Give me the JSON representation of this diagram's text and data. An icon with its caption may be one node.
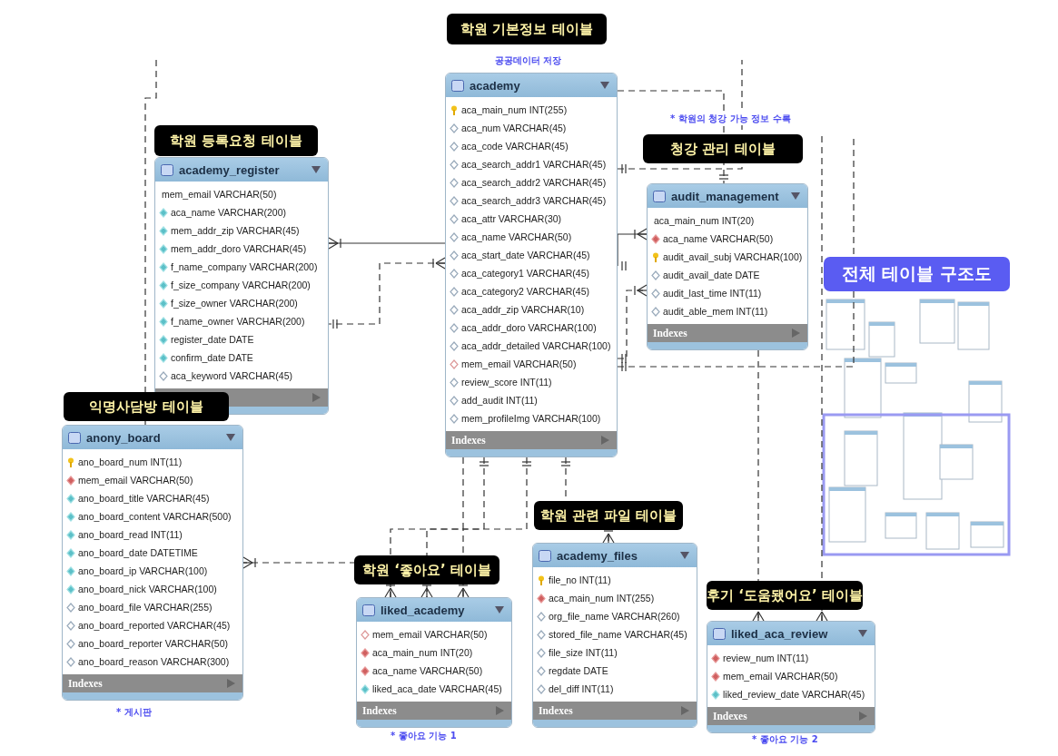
{
  "diagram": {
    "nodes": [
      {
        "text": [
          "학원 등록요청 테이블",
          "academy_register",
          "mem_email VARCHAR(50)",
          "aca_name VARCHAR(200)",
          "mem_addr_zip VARCHAR(45)",
          "mem_addr_doro VARCHAR(45)",
          "f_name_company VARCHAR(200)",
          "f_size_company VARCHAR(200)",
          "f_size_owner VARCHAR(200)",
          "f_name_owner VARCHAR(200)",
          "register_date DATE",
          "confirm_date DATE",
          "aca_keyword VARCHAR(45)"
        ]
      },
      {
        "text": [
          "학원 기본정보 테이블",
          "academy",
          "aca_main_num INT(255)",
          "aca_num VARCHAR(45)",
          "aca_code VARCHAR(45)",
          "aca_search_addr1 VARCHAR(45)",
          "aca_search_addr2 VARCHAR(45)",
          "aca_search_addr3 VARCHAR(45)",
          "aca_attr VARCHAR(30)",
          "aca_name VARCHAR(50)",
          "aca_start_date VARCHAR(45)",
          "aca_category1 VARCHAR(45)",
          "aca_category2 VARCHAR(45)",
          "aca_addr_zip VARCHAR(10)",
          "aca_addr_doro VARCHAR(100)",
          "aca_addr_detailed VARCHAR(100)",
          "mem_email VARCHAR(50)",
          "review_score INT(11)",
          "add_audit INT(11)",
          "mem_profileImg VARCHAR(100)",
          "Indexes"
        ],
        "beside": [
          "공공데이터 저장"
        ]
      },
      {
        "text": [
          "청강 관리 테이블",
          "audit_management",
          "aca_main_num INT(20)",
          "aca_name VARCHAR(50)",
          "audit_avail_subj VARCHAR(100)",
          "audit_avail_date DATE",
          "audit_last_time INT(11)",
          "audit_able_mem INT(11)",
          "Indexes"
        ]
      },
      {
        "text": [
          "익명사담방 테이블",
          "anony_board",
          "ano_board_num INT(11)",
          "mem_email VARCHAR(50)",
          "ano_board_title VARCHAR(45)",
          "ano_board_content VARCHAR(500)",
          "ano_board_read INT(11)",
          "ano_board_date DATETIME",
          "ano_board_ip VARCHAR(100)",
          "ano_board_nick VARCHAR(100)",
          "ano_board_file VARCHAR(255)",
          "ano_board_reported VARCHAR(45)",
          "ano_board_reporter VARCHAR(50)",
          "ano_board_reason VARCHAR(300)",
          "Indexes"
        ],
        "beside": [
          "* 게시판"
        ]
      },
      {
        "text": [
          "학원 ‘좋아요’ 테이블",
          "liked_academy",
          "mem_email VARCHAR(50)",
          "aca_main_num INT(20)",
          "aca_name VARCHAR(50)",
          "liked_aca_date VARCHAR(45)",
          "Indexes"
        ],
        "beside": [
          "* 좋아요 기능 1"
        ]
      },
      {
        "text": [
          "학원 관련 파일 테이블",
          "academy_files",
          "file_no INT(11)",
          "aca_main_num INT(255)",
          "org_file_name VARCHAR(260)",
          "stored_file_name VARCHAR(45)",
          "file_size INT(11)",
          "regdate DATE",
          "del_diff INT(11)",
          "Indexes"
        ]
      },
      {
        "text": [
          "후기 ‘도움됐어요’ 테이블",
          "liked_aca_review",
          "review_num INT(11)",
          "mem_email VARCHAR(50)",
          "liked_review_date VARCHAR(45)",
          "Indexes"
        ],
        "beside": [
          "* 좋아요 기능 2"
        ]
      }
    ],
    "edges": [
      {
        "from": 1,
        "to": 0,
        "arrow": "other"
      },
      {
        "from": 1,
        "to": 0,
        "arrow": "other",
        "style": "dashed"
      },
      {
        "from": 1,
        "to": 2,
        "arrow": "other"
      },
      {
        "from": 1,
        "to": 2,
        "arrow": "other",
        "style": "dashed"
      },
      {
        "from": 1,
        "to": 2,
        "arrow": "other",
        "style": "dashed"
      },
      {
        "from": 1,
        "to": null,
        "arrow": "other",
        "style": "dashed"
      },
      {
        "from": null,
        "to": 3,
        "arrow": "none",
        "style": "dashed"
      },
      {
        "from": 4,
        "to": 3,
        "arrow": "other",
        "style": "dashed"
      },
      {
        "from": 1,
        "to": 4,
        "arrow": "other",
        "style": "dashed"
      },
      {
        "from": 1,
        "to": 4,
        "arrow": "other",
        "style": "dashed"
      },
      {
        "from": 1,
        "to": 4,
        "arrow": "other",
        "style": "dashed"
      },
      {
        "from": 1,
        "to": 5,
        "arrow": "other",
        "style": "dashed"
      },
      {
        "from": 2,
        "to": 6,
        "arrow": "other",
        "style": "dashed"
      },
      {
        "from": null,
        "to": 6,
        "arrow": "other",
        "style": "dashed"
      },
      {
        "from": 1,
        "to": null,
        "arrow": "other",
        "style": "dashed"
      }
    ],
    "labels": [
      "* 학원의 청강 가능 정보 수록",
      "전체 테이블 구조도"
    ]
  }
}
